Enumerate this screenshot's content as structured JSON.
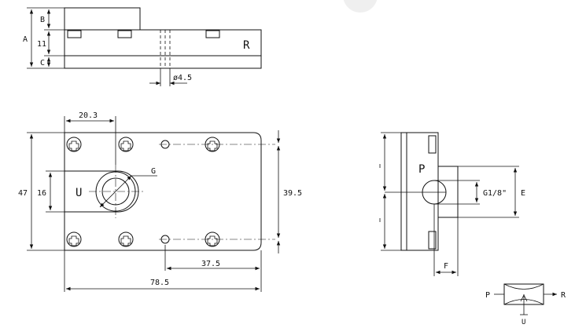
{
  "top_view": {
    "dim_a": "A",
    "dim_b": "B",
    "dim_11": "11",
    "dim_c": "C",
    "port_r": "R",
    "hole_dia": "ø4.5"
  },
  "front_view": {
    "dim_20_3": "20.3",
    "port_g": "G",
    "dim_47": "47",
    "dim_16": "16",
    "port_u": "U",
    "dim_39_5": "39.5",
    "dim_37_5": "37.5",
    "dim_78_5": "78.5"
  },
  "side_view": {
    "port_p": "P",
    "thread": "G1/8\"",
    "dim_e": "E",
    "dim_f": "F"
  },
  "symbol": {
    "p": "P",
    "r": "R",
    "u": "U"
  }
}
